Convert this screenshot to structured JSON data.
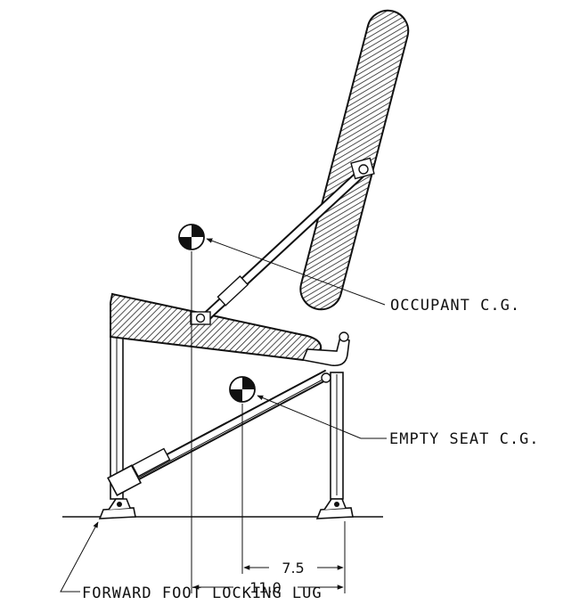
{
  "labels": {
    "occupant_cg": "OCCUPANT C.G.",
    "empty_seat_cg": "EMPTY SEAT C.G.",
    "forward_foot_locking_lug": "FORWARD FOOT LOCKING LUG"
  },
  "dimensions": {
    "empty_seat_cg_offset": "7.5",
    "occupant_cg_offset": "11.0"
  }
}
